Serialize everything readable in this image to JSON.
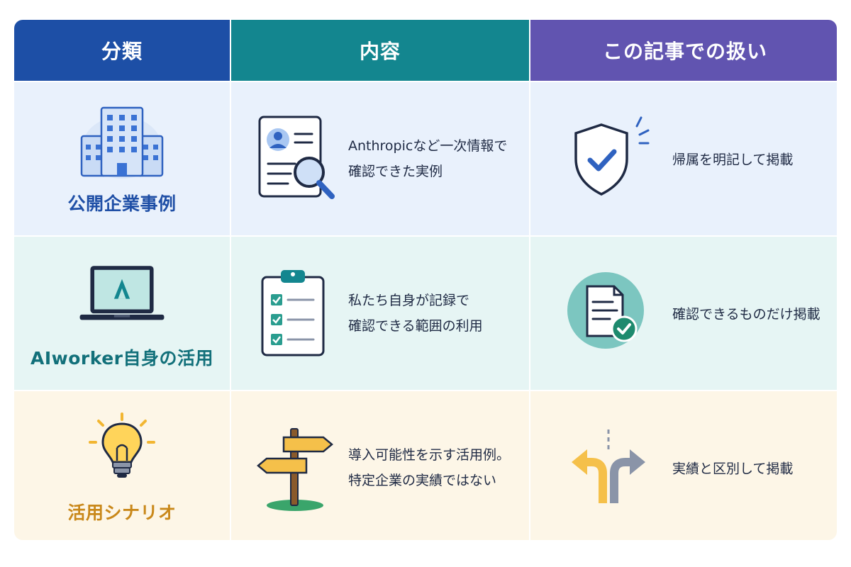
{
  "header": {
    "col1": "分類",
    "col2": "内容",
    "col3": "この記事での扱い"
  },
  "rows": [
    {
      "category": "公開企業事例",
      "content_line1": "Anthropicなど一次情報で",
      "content_line2": "確認できた実例",
      "handling": "帰属を明記して掲載",
      "category_icon": "building-icon",
      "content_icon": "profile-search-icon",
      "handling_icon": "shield-check-icon"
    },
    {
      "category": "AIworker自身の活用",
      "content_line1": "私たち自身が記録で",
      "content_line2": "確認できる範囲の利用",
      "handling": "確認できるものだけ掲載",
      "category_icon": "laptop-icon",
      "content_icon": "checklist-icon",
      "handling_icon": "document-check-icon"
    },
    {
      "category": "活用シナリオ",
      "content_line1": "導入可能性を示す活用例。",
      "content_line2": "特定企業の実績ではない",
      "handling": "実績と区別して掲載",
      "category_icon": "lightbulb-icon",
      "content_icon": "signpost-icon",
      "handling_icon": "split-arrows-icon"
    }
  ],
  "colors": {
    "header_col1": "#1d4fa6",
    "header_col2": "#13868f",
    "header_col3": "#6154b0",
    "row1_bg": "#e9f1fc",
    "row2_bg": "#e6f5f4",
    "row3_bg": "#fdf6e7"
  }
}
